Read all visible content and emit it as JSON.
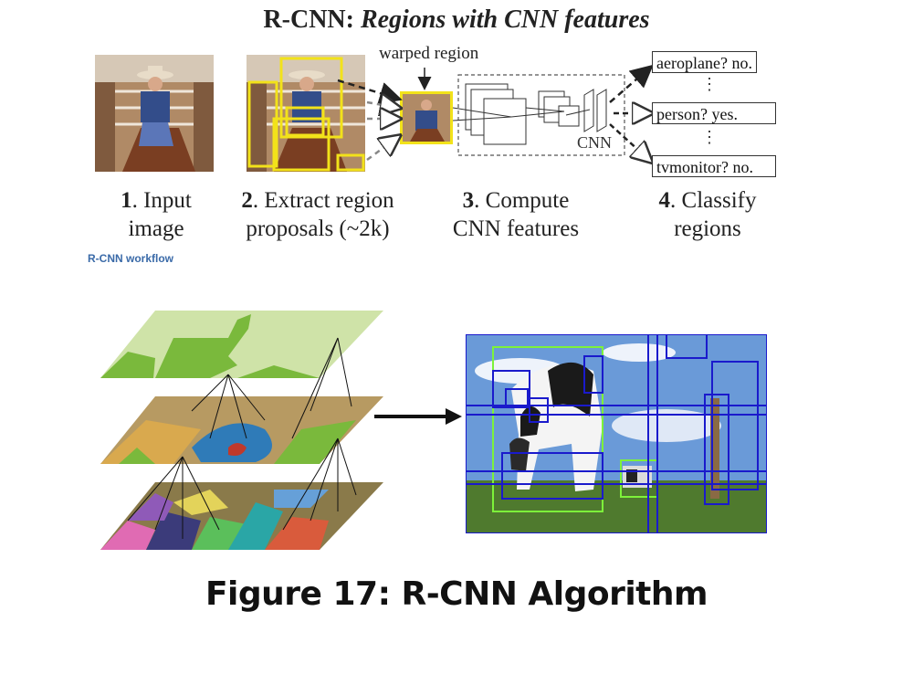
{
  "title": {
    "bold": "R-CNN:",
    "italic": "Regions with CNN features"
  },
  "warped_label": "warped region",
  "cnn_label": "CNN",
  "steps": [
    {
      "num": "1",
      "line1": ". Input",
      "line2": "image"
    },
    {
      "num": "2",
      "line1": ". Extract region",
      "line2": "proposals (~2k)"
    },
    {
      "num": "3",
      "line1": ". Compute",
      "line2": "CNN features"
    },
    {
      "num": "4",
      "line1": ". Classify",
      "line2": "regions"
    }
  ],
  "classes": [
    {
      "label": "aeroplane? no."
    },
    {
      "label": "person? yes."
    },
    {
      "label": "tvmonitor? no."
    }
  ],
  "ellipsis": "⋮",
  "workflow_caption": "R-CNN workflow",
  "figure_caption": "Figure 17: R-CNN Algorithm",
  "colors": {
    "proposal_box": "#f2e21a",
    "green_box": "#7df23a",
    "blue_box": "#1a1acc",
    "sky": "#6a9ad8",
    "grass": "#4f7a2e"
  }
}
